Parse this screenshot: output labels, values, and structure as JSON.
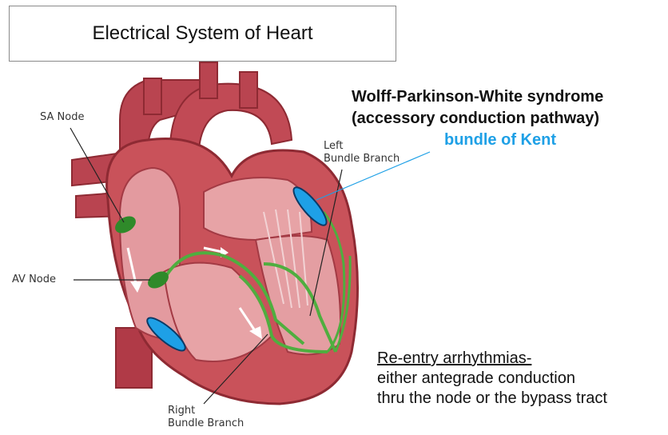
{
  "title": "Electrical System of Heart",
  "labels": {
    "sa_node": "SA Node",
    "av_node": "AV Node",
    "left_bundle_line1": "Left",
    "left_bundle_line2": "Bundle Branch",
    "right_bundle_line1": "Right",
    "right_bundle_line2": "Bundle Branch"
  },
  "wpw": {
    "line1": "Wolff-Parkinson-White syndrome",
    "line2": "(accessory conduction pathway)",
    "kent": "bundle of Kent"
  },
  "reentry": {
    "heading": "Re-entry arrhythmias-",
    "line1": "either antegrade conduction",
    "line2": "thru the node or the bypass tract"
  },
  "colors": {
    "heart": "#c9525a",
    "heart_dark": "#8e2a33",
    "inner": "#e7a3a6",
    "conduction": "#4fae3f",
    "node": "#2f8a2a",
    "kent": "#1ea0e6"
  }
}
